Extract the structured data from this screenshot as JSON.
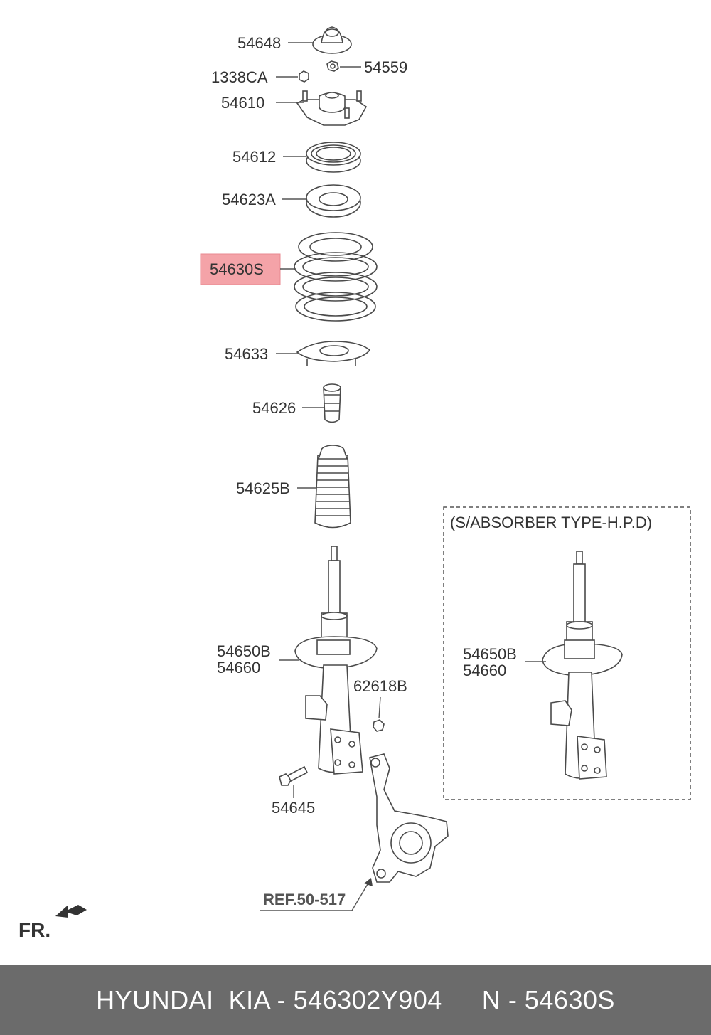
{
  "parts": {
    "p54648": "54648",
    "p1338ca": "1338CA",
    "p54559": "54559",
    "p54610": "54610",
    "p54612": "54612",
    "p54623a": "54623A",
    "p54630s": "54630S",
    "p54633": "54633",
    "p54626": "54626",
    "p54625b": "54625B",
    "p54650b": "54650B",
    "p54660": "54660",
    "p62618b": "62618B",
    "p54645": "54645",
    "ref": "REF.50-517"
  },
  "inset": {
    "title": "(S/ABSORBER TYPE-H.P.D)",
    "p54650b": "54650B",
    "p54660": "54660"
  },
  "front_label": "FR.",
  "footer": {
    "brand": "HYUNDAI  KIA - 546302Y904",
    "number": "N - 54630S"
  },
  "highlight_color": "#f4a3a8"
}
